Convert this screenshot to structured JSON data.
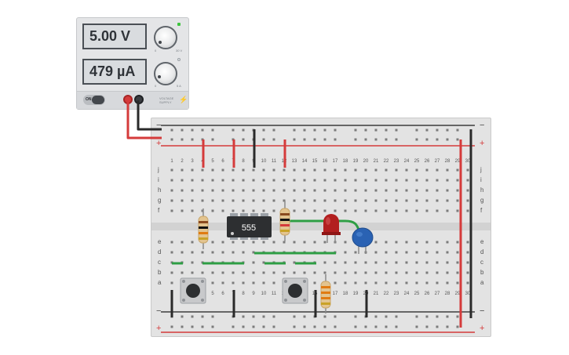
{
  "power_supply": {
    "voltage": "5.00 V",
    "current": "479 µA",
    "switch_label": "ON",
    "voltage_min": "0",
    "voltage_max": "30 V",
    "current_min": "0",
    "current_max": "5 A",
    "brand": "VOLTAGE SUPPLY"
  },
  "breadboard": {
    "top_rail_signs": [
      "−",
      "+"
    ],
    "bottom_rail_signs": [
      "−",
      "+"
    ],
    "row_letters_top": [
      "j",
      "i",
      "h",
      "g",
      "f"
    ],
    "row_letters_bottom": [
      "e",
      "d",
      "c",
      "b",
      "a"
    ],
    "column_numbers": [
      "1",
      "2",
      "3",
      "4",
      "5",
      "6",
      "7",
      "8",
      "9",
      "10",
      "11",
      "12",
      "13",
      "14",
      "15",
      "16",
      "17",
      "18",
      "19",
      "20",
      "21",
      "22",
      "23",
      "24",
      "25",
      "26",
      "27",
      "28",
      "29",
      "30"
    ]
  },
  "components": {
    "chip_label": "555"
  },
  "colors": {
    "positive": "#d53b3b",
    "negative": "#353535",
    "jumper_green": "#2e9e44",
    "led_red": "#b21f1f",
    "capacitor_blue": "#2a62b3"
  }
}
